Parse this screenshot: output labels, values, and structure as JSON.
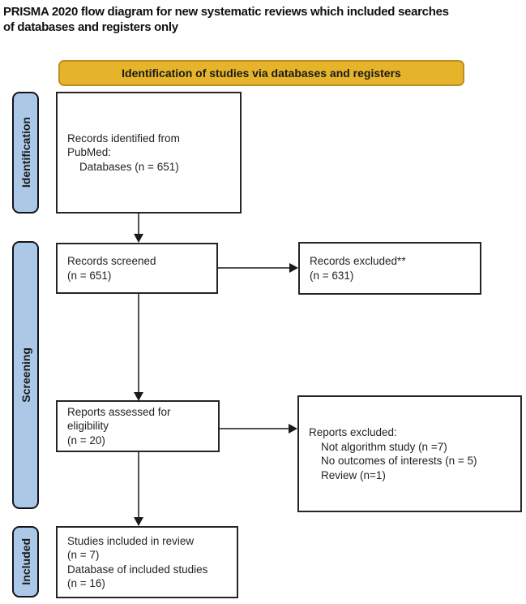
{
  "page": {
    "title": "PRISMA 2020 flow diagram for new systematic reviews which included searches\nof databases and registers only"
  },
  "banner": {
    "label": "Identification of studies via databases and registers",
    "fill": "#e5b42a",
    "border": "#bf8f1f"
  },
  "stages": {
    "fill": "#abc8e6",
    "identification": {
      "label": "Identification"
    },
    "screening": {
      "label": "Screening"
    },
    "included": {
      "label": "Included"
    }
  },
  "nodes": {
    "records_identified": {
      "text": "Records identified from\nPubMed:\n    Databases (n = 651)"
    },
    "records_screened": {
      "text": "Records screened\n(n = 651)"
    },
    "records_excluded": {
      "text": "Records excluded**\n(n = 631)"
    },
    "reports_assessed": {
      "text": "Reports assessed for\neligibility\n(n = 20)"
    },
    "reports_excluded": {
      "text": "Reports excluded:\n    Not algorithm study (n =7)\n    No outcomes of interests (n = 5)\n    Review (n=1)"
    },
    "studies_included": {
      "text": "Studies included in review\n(n = 7)\nDatabase of included studies\n(n = 16)"
    }
  }
}
